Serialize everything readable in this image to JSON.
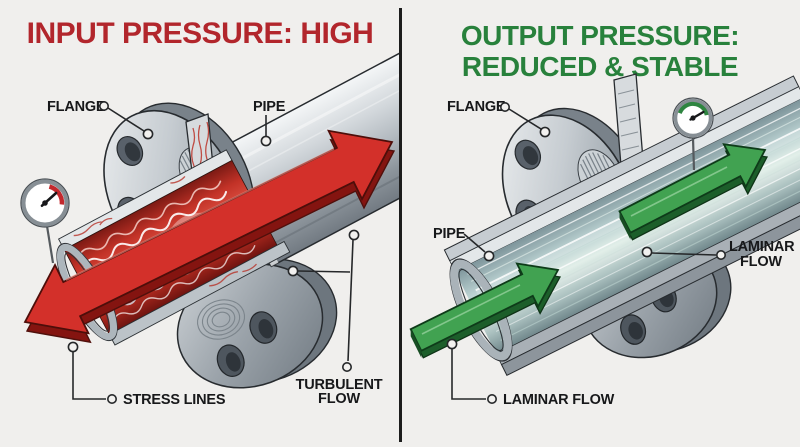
{
  "background_color": "#f0efed",
  "divider_color": "#1c1c1c",
  "left_panel": {
    "title": "INPUT PRESSURE: HIGH",
    "title_color": "#b2262c",
    "arrow_color": "#d3302a",
    "gauge": {
      "state": "high",
      "arc_color": "#c3282d"
    },
    "labels": {
      "flange": "FLANGE",
      "pipe": "PIPE",
      "stress_lines": "STRESS LINES",
      "turbulent_line1": "TURBULENT",
      "turbulent_line2": "FLOW"
    }
  },
  "right_panel": {
    "title_line1": "OUTPUT PRESSURE:",
    "title_line2": "REDUCED & STABLE",
    "title_color": "#28813c",
    "arrow_color": "#41a251",
    "gauge": {
      "state": "low",
      "arc_color": "#2e8540"
    },
    "labels": {
      "flange": "FLANGE",
      "pipe": "PIPE",
      "laminar_mid_line1": "LAMINAR",
      "laminar_mid_line2": "FLOW",
      "laminar_bottom": "LAMINAR FLOW"
    }
  }
}
